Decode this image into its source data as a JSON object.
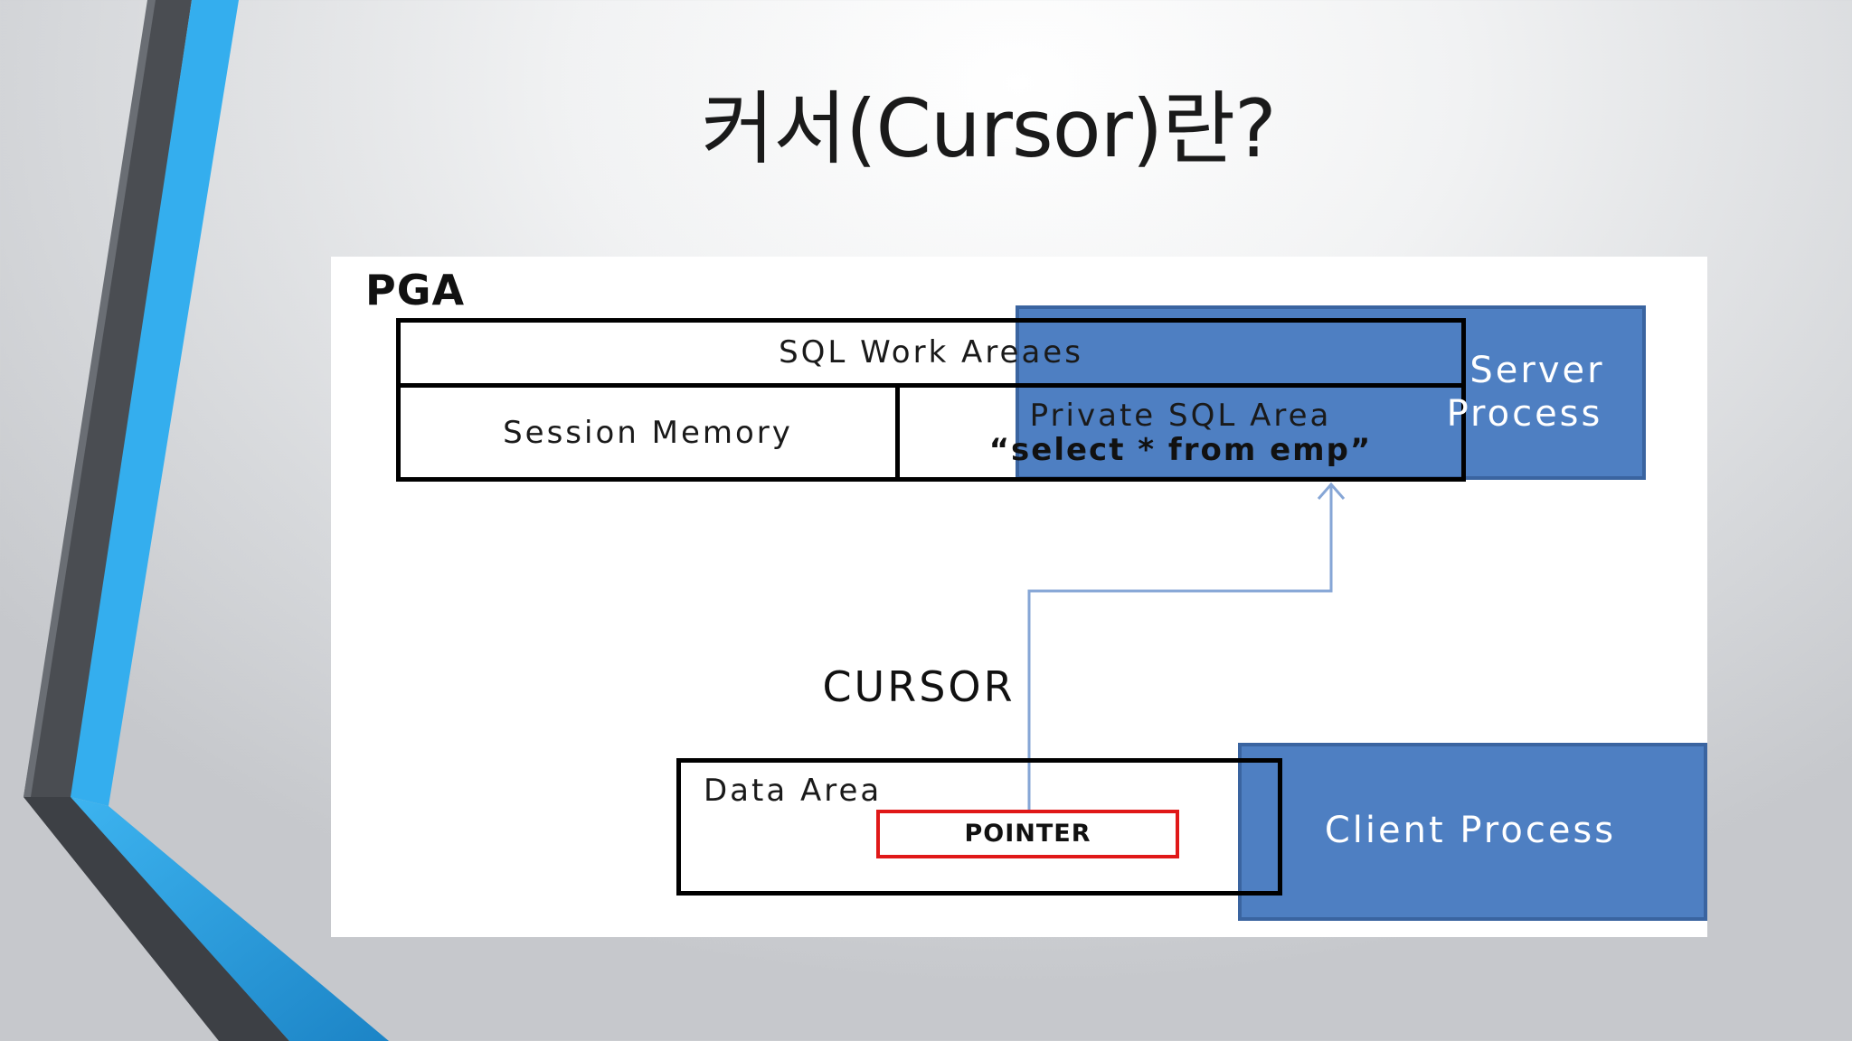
{
  "slide": {
    "title": "커서(Cursor)란?"
  },
  "diagram": {
    "pga_label": "PGA",
    "sql_work_areas": "SQL Work Areaes",
    "session_memory": "Session Memory",
    "private_sql_area": {
      "label": "Private SQL Area",
      "query": "“select * from emp”"
    },
    "server_process": {
      "line1": "Server",
      "line2": "Process"
    },
    "cursor_label": "CURSOR",
    "data_area": "Data Area",
    "pointer": "POINTER",
    "client_process": "Client Process"
  },
  "colors": {
    "accent_blue": "#2ea8e8",
    "process_box_blue": "#4e7fc2",
    "pointer_border_red": "#e01818",
    "arrow_blue": "#86a6d6",
    "deco_gray": "#4a4d52"
  }
}
